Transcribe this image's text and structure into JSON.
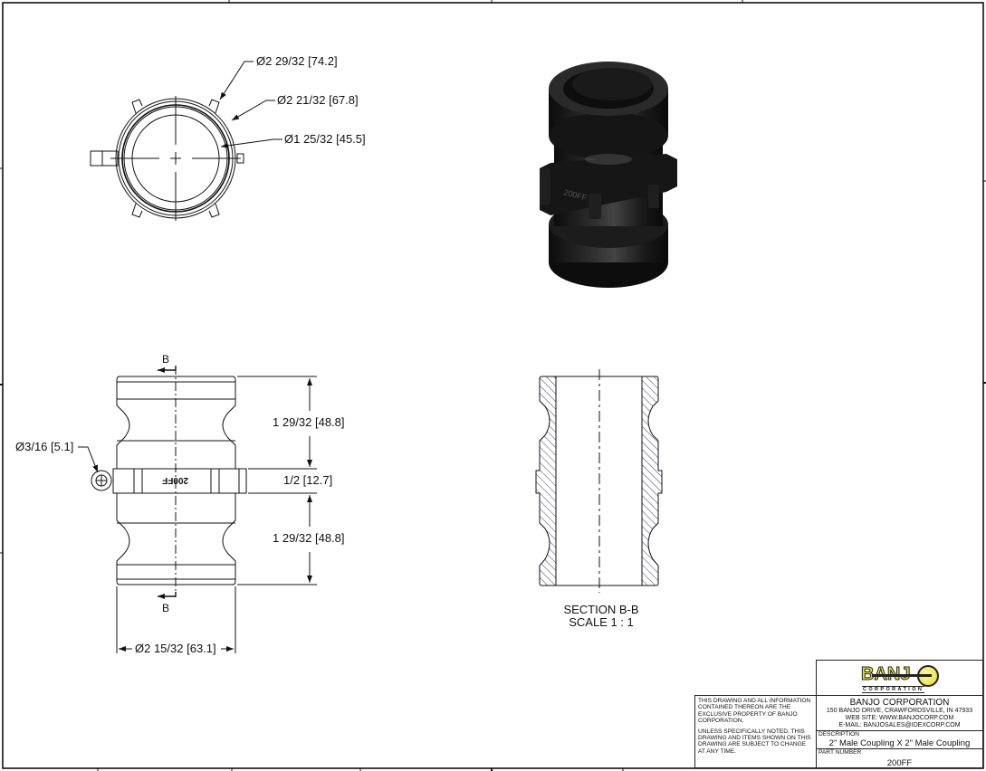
{
  "drawing": {
    "top_view": {
      "dims": [
        {
          "label": "Ø2 29/32 [74.2]",
          "kind": "diameter"
        },
        {
          "label": "Ø2 21/32 [67.8]",
          "kind": "diameter"
        },
        {
          "label": "Ø1 25/32 [45.5]",
          "kind": "diameter"
        }
      ]
    },
    "side_view": {
      "section_marker": "B",
      "section_marker_bottom": "B",
      "hole_dim": "Ø3/16 [5.1]",
      "upper_height": "1 29/32 [48.8]",
      "band_height": "1/2 [12.7]",
      "lower_height": "1 29/32 [48.8]",
      "body_diameter": "Ø2 15/32 [63.1]",
      "band_marking": "200FF"
    },
    "section_view": {
      "title": "SECTION B-B",
      "scale": "SCALE 1 : 1"
    },
    "iso_view": {
      "marking": "200FF"
    }
  },
  "title_block": {
    "notes": [
      "THIS DRAWING AND ALL INFORMATION CONTAINED THEREON ARE THE EXCLUSIVE PROPERTY OF BANJO CORPORATION.",
      "UNLESS SPECIFICALLY NOTED, THIS DRAWING AND ITEMS SHOWN ON THIS DRAWING ARE SUBJECT TO CHANGE AT ANY TIME."
    ],
    "logo": {
      "word": "BANJ",
      "sub": "CORPORATION",
      "colors": {
        "fill": "#e8e22a",
        "outline": "#222222"
      }
    },
    "company": {
      "name": "BANJO CORPORATION",
      "address": "150 BANJO DRIVE, CRAWFORDSVILLE, IN 47933",
      "website": "WEB SITE: WWW.BANJOCORP.COM",
      "email": "E-MAIL: BANJOSALES@IDEXCORP.COM"
    },
    "description_caption": "DESCRIPTION",
    "description": "2\" Male Coupling X 2\" Male Coupling",
    "part_number_caption": "PART NUMBER",
    "part_number": "200FF"
  }
}
